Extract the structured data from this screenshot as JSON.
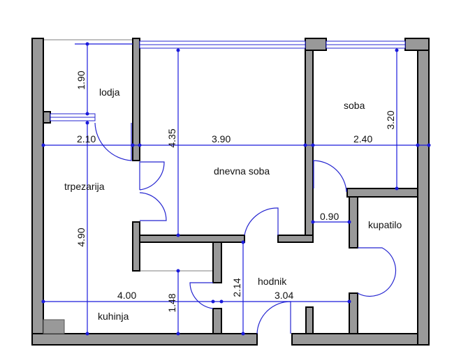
{
  "rooms": {
    "lodja": "lodja",
    "soba": "soba",
    "dnevna_soba": "dnevna soba",
    "trpezarija": "trpezarija",
    "kupatilo": "kupatilo",
    "hodnik": "hodnik",
    "kuhinja": "kuhinja"
  },
  "dimensions": {
    "lodja_height": "1.90",
    "trpezarija_width": "2.10",
    "dnevna_height": "4.35",
    "dnevna_width": "3.90",
    "soba_width": "2.40",
    "soba_height": "3.20",
    "trpezarija_height": "4.90",
    "kupatilo_gap": "0.90",
    "kuhinja_width": "4.00",
    "kuhinja_depth": "1.48",
    "hodnik_height": "2.14",
    "hodnik_width": "3.04"
  },
  "colors": {
    "wall": "#999999",
    "dimension": "#1a1adb"
  }
}
